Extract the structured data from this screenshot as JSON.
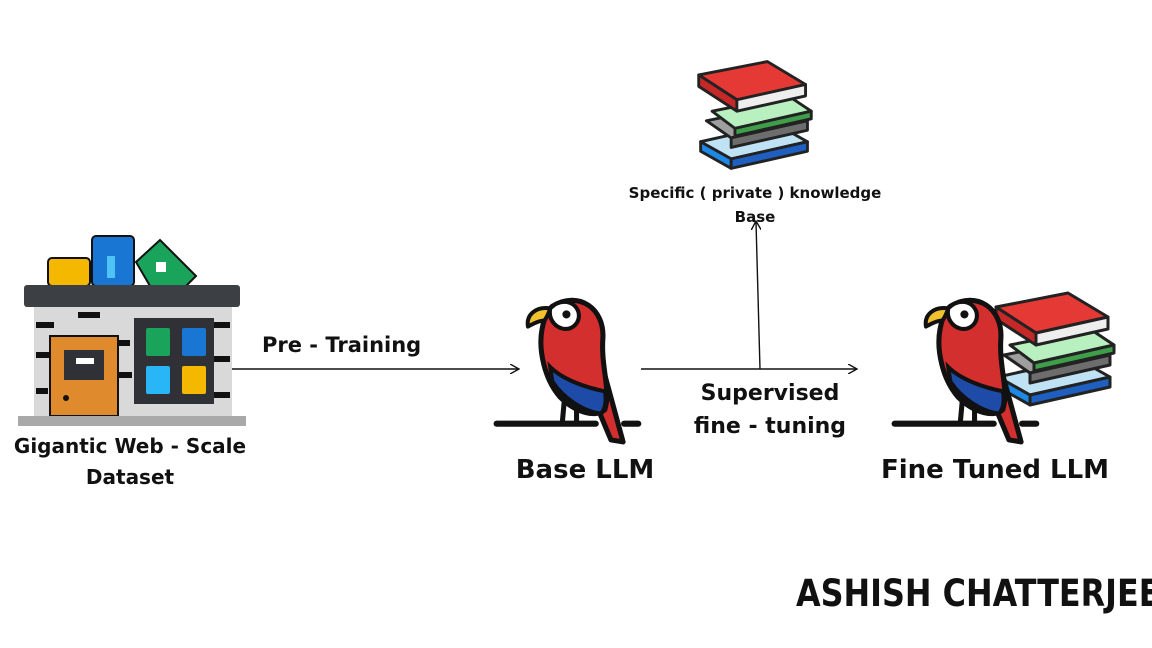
{
  "diagram": {
    "dataset_label_line1": "Gigantic Web - Scale",
    "dataset_label_line2": "Dataset",
    "pretraining_label": "Pre - Training",
    "base_llm_label": "Base LLM",
    "sft_label_line1": "Supervised",
    "sft_label_line2": "fine - tuning",
    "finetuned_llm_label": "Fine Tuned LLM",
    "knowledge_label_line1": "Specific ( private ) knowledge",
    "knowledge_label_line2": "Base",
    "author": "ASHISH CHATTERJEE"
  },
  "colors": {
    "parrot_red": "#d32f2f",
    "parrot_blue": "#1e4aa8",
    "book_red": "#e53935",
    "book_green": "#66bb6a",
    "book_blue": "#1e88e5",
    "building_gray": "#d9d9d9",
    "door_orange": "#e08a2e"
  }
}
